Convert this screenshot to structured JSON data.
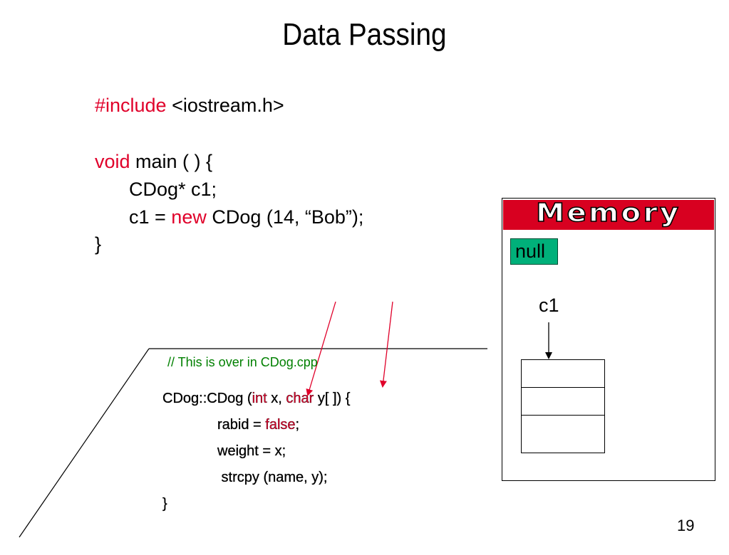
{
  "slide": {
    "title": "Data Passing",
    "page_number": "19"
  },
  "main_code": {
    "include_kw": "#include",
    "include_rest": " <iostream.h>",
    "void_kw": "void",
    "main_rest": " main ( ) {",
    "decl": "CDog* c1;",
    "assign_pre": "c1 = ",
    "new_kw": "new",
    "assign_post": " CDog (14, “Bob”);",
    "close": "}"
  },
  "constructor_code": {
    "comment": "// This is over in CDog.cpp",
    "sig_pre": "CDog::CDog (",
    "int_kw": "int",
    "sig_mid": " x, ",
    "char_kw": "char",
    "sig_post": " y[ ]) {",
    "line_rabid_pre": "rabid = ",
    "false_kw": "false",
    "line_rabid_post": ";",
    "line_weight": "weight = x;",
    "line_strcpy": " strcpy (name, y);",
    "close": "}"
  },
  "memory": {
    "title": "Memory",
    "null_label": "null",
    "pointer_label": "c1"
  },
  "colors": {
    "keyword": "#e0002a",
    "comment": "#008000",
    "memory_header": "#d80020",
    "null_badge": "#00b07a",
    "arrow": "#e0002a"
  }
}
